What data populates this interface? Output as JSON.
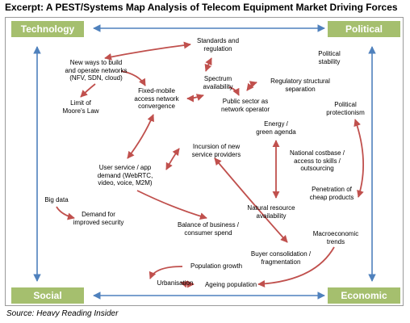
{
  "title": "Excerpt: A PEST/Systems Map Analysis of Telecom Equipment Market Driving Forces",
  "source": "Source: Heavy Reading Insider",
  "colors": {
    "corner_bg": "#a5bf6e",
    "red_arrow": "#c0504d",
    "blue_arrow": "#4f81bd"
  },
  "corners": {
    "technology": "Technology",
    "political": "Political",
    "social": "Social",
    "economic": "Economic"
  },
  "labels": {
    "standards": [
      "Standards and",
      "regulation"
    ],
    "new_ways": [
      "New ways to build",
      "and operate networks",
      "(NFV, SDN, cloud)"
    ],
    "political_stability": [
      "Political",
      "stability"
    ],
    "spectrum": [
      "Spectrum",
      "availability"
    ],
    "regulatory": [
      "Regulatory structural",
      "separation"
    ],
    "fixed_mobile": [
      "Fixed-mobile",
      "access network",
      "convergence"
    ],
    "moores_law": [
      "Limit of",
      "Moore's Law"
    ],
    "public_sector": [
      "Public sector as",
      "network operator"
    ],
    "protectionism": [
      "Political",
      "protectionism"
    ],
    "energy": [
      "Energy /",
      "green agenda"
    ],
    "incursion": [
      "Incursion of new",
      "service providers"
    ],
    "cost_base": [
      "National costbase /",
      "access to skills /",
      "outsourcing"
    ],
    "user_service": [
      "User service / app",
      "demand (WebRTC,",
      "video, voice, M2M)"
    ],
    "penetration": [
      "Penetration of",
      "cheap products"
    ],
    "big_data": [
      "Big data"
    ],
    "demand_security": [
      "Demand for",
      "improved security"
    ],
    "natural_resource": [
      "Natural resource",
      "availability"
    ],
    "balance": [
      "Balance of business /",
      "consumer spend"
    ],
    "macro": [
      "Macroeconomic",
      "trends"
    ],
    "buyer": [
      "Buyer consolidation /",
      "fragmentation"
    ],
    "population": [
      "Population growth"
    ],
    "urbanisation": [
      "Urbanisation"
    ],
    "ageing": [
      "Ageing population"
    ]
  }
}
